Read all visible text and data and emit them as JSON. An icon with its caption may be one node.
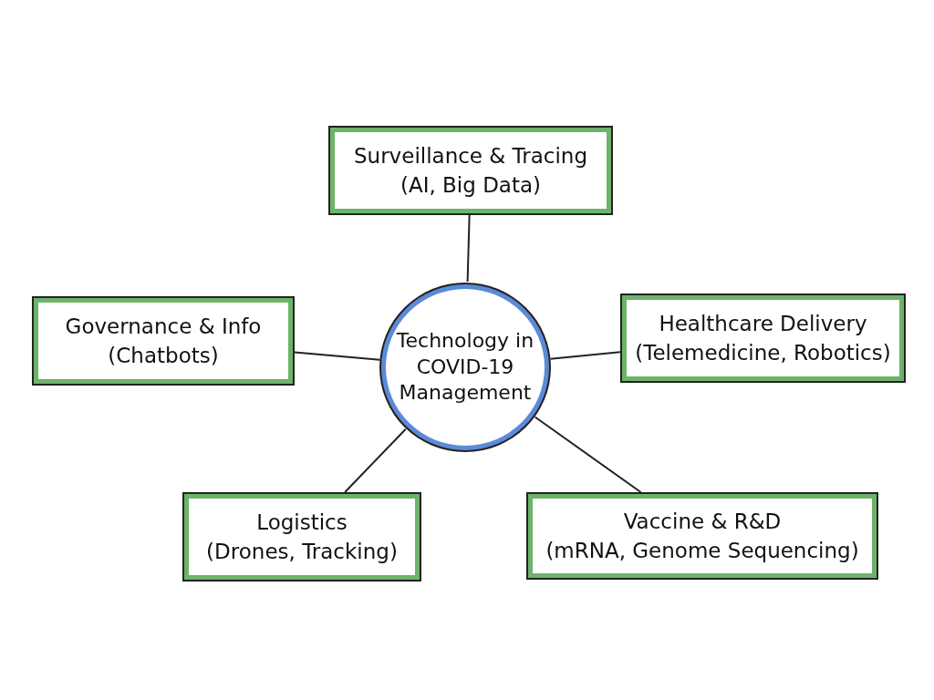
{
  "diagram": {
    "nodes": [
      {
        "text": [
          "Technology in COVID-19 Management"
        ]
      },
      {
        "text": [
          "Surveillance & Tracing",
          "(AI, Big Data)"
        ]
      },
      {
        "text": [
          "Governance & Info",
          "(Chatbots)"
        ]
      },
      {
        "text": [
          "Healthcare Delivery",
          "(Telemedicine, Robotics)"
        ]
      },
      {
        "text": [
          "Logistics",
          "(Drones, Tracking)"
        ]
      },
      {
        "text": [
          "Vaccine & R&D",
          "(mRNA, Genome Sequencing)"
        ]
      }
    ],
    "edges": [
      {
        "from": 0,
        "to": 1,
        "arrow": "none"
      },
      {
        "from": 0,
        "to": 2,
        "arrow": "none"
      },
      {
        "from": 0,
        "to": 3,
        "arrow": "none"
      },
      {
        "from": 0,
        "to": 4,
        "arrow": "none"
      },
      {
        "from": 0,
        "to": 5,
        "arrow": "none"
      }
    ]
  }
}
